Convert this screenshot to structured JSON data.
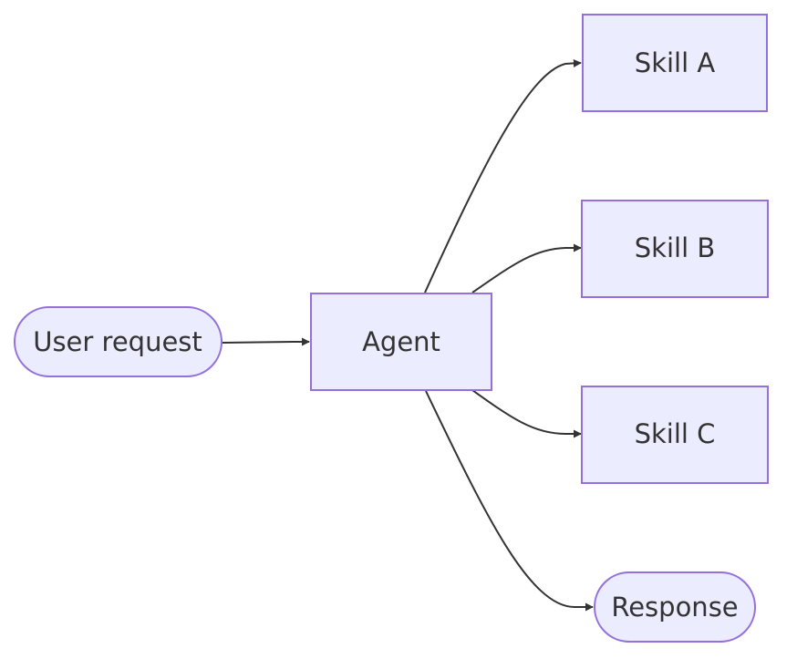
{
  "diagram": {
    "type": "flowchart",
    "direction": "left-to-right",
    "colors": {
      "node_fill": "#ececff",
      "node_stroke": "#9370db",
      "edge": "#333333",
      "text": "#333333",
      "background": "#ffffff"
    },
    "nodes": {
      "user_request": {
        "label": "User request",
        "shape": "stadium"
      },
      "agent": {
        "label": "Agent",
        "shape": "rectangle"
      },
      "skill_a": {
        "label": "Skill A",
        "shape": "rectangle"
      },
      "skill_b": {
        "label": "Skill B",
        "shape": "rectangle"
      },
      "skill_c": {
        "label": "Skill C",
        "shape": "rectangle"
      },
      "response": {
        "label": "Response",
        "shape": "stadium"
      }
    },
    "edges": [
      {
        "from": "User request",
        "to": "Agent"
      },
      {
        "from": "Agent",
        "to": "Skill A"
      },
      {
        "from": "Agent",
        "to": "Skill B"
      },
      {
        "from": "Agent",
        "to": "Skill C"
      },
      {
        "from": "Agent",
        "to": "Response"
      }
    ]
  }
}
